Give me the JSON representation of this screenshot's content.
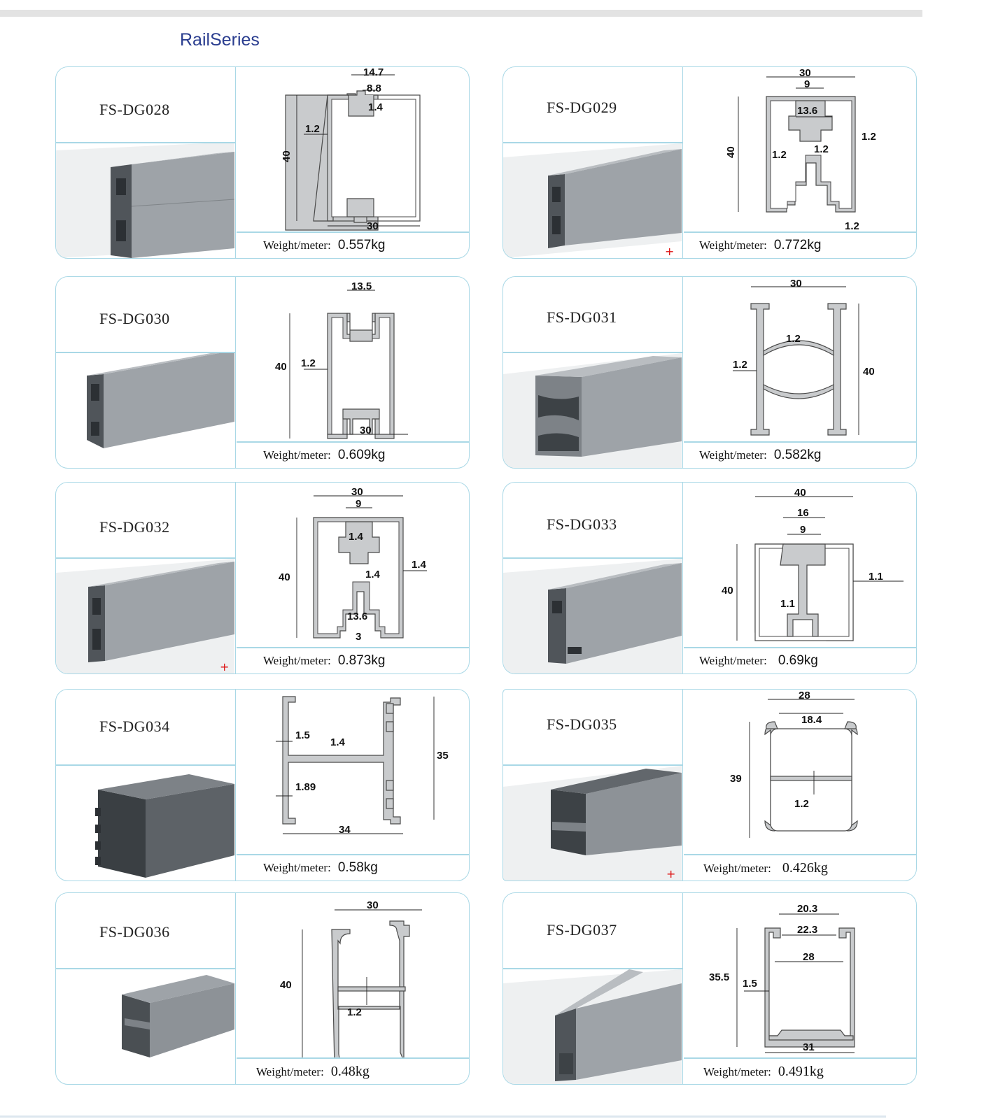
{
  "page": {
    "title": "RailSeries"
  },
  "weight_label": "Weight/meter:",
  "products": [
    {
      "code": "FS-DG028",
      "weight": "0.557kg",
      "dims": [
        "14.7",
        "8.8",
        "1.4",
        "1.2",
        "40",
        "30"
      ]
    },
    {
      "code": "FS-DG029",
      "weight": "0.772kg",
      "dims": [
        "30",
        "9",
        "13.6",
        "1.2",
        "1.2",
        "1.2",
        "40",
        "1.2"
      ]
    },
    {
      "code": "FS-DG030",
      "weight": "0.609kg",
      "dims": [
        "13.5",
        "40",
        "1.2",
        "30"
      ]
    },
    {
      "code": "FS-DG031",
      "weight": "0.582kg",
      "dims": [
        "30",
        "1.2",
        "1.2",
        "40"
      ]
    },
    {
      "code": "FS-DG032",
      "weight": "0.873kg",
      "dims": [
        "30",
        "9",
        "1.4",
        "40",
        "1.4",
        "1.4",
        "13.6",
        "3"
      ]
    },
    {
      "code": "FS-DG033",
      "weight": "0.69kg",
      "dims": [
        "40",
        "16",
        "9",
        "40",
        "1.1",
        "1.1"
      ]
    },
    {
      "code": "FS-DG034",
      "weight": "0.58kg",
      "dims": [
        "1.5",
        "1.4",
        "35",
        "1.89",
        "34"
      ]
    },
    {
      "code": "FS-DG035",
      "weight": "0.426kg",
      "dims": [
        "28",
        "18.4",
        "39",
        "1.2"
      ]
    },
    {
      "code": "FS-DG036",
      "weight": "0.48kg",
      "dims": [
        "30",
        "40",
        "1.2"
      ]
    },
    {
      "code": "FS-DG037",
      "weight": "0.491kg",
      "dims": [
        "20.3",
        "22.3",
        "28",
        "35.5",
        "1.5",
        "31"
      ]
    }
  ],
  "colors": {
    "border": "#a9d8e6",
    "title": "#2a3d8f",
    "profile": "#c9cbcd",
    "photo": "#8c9196"
  }
}
